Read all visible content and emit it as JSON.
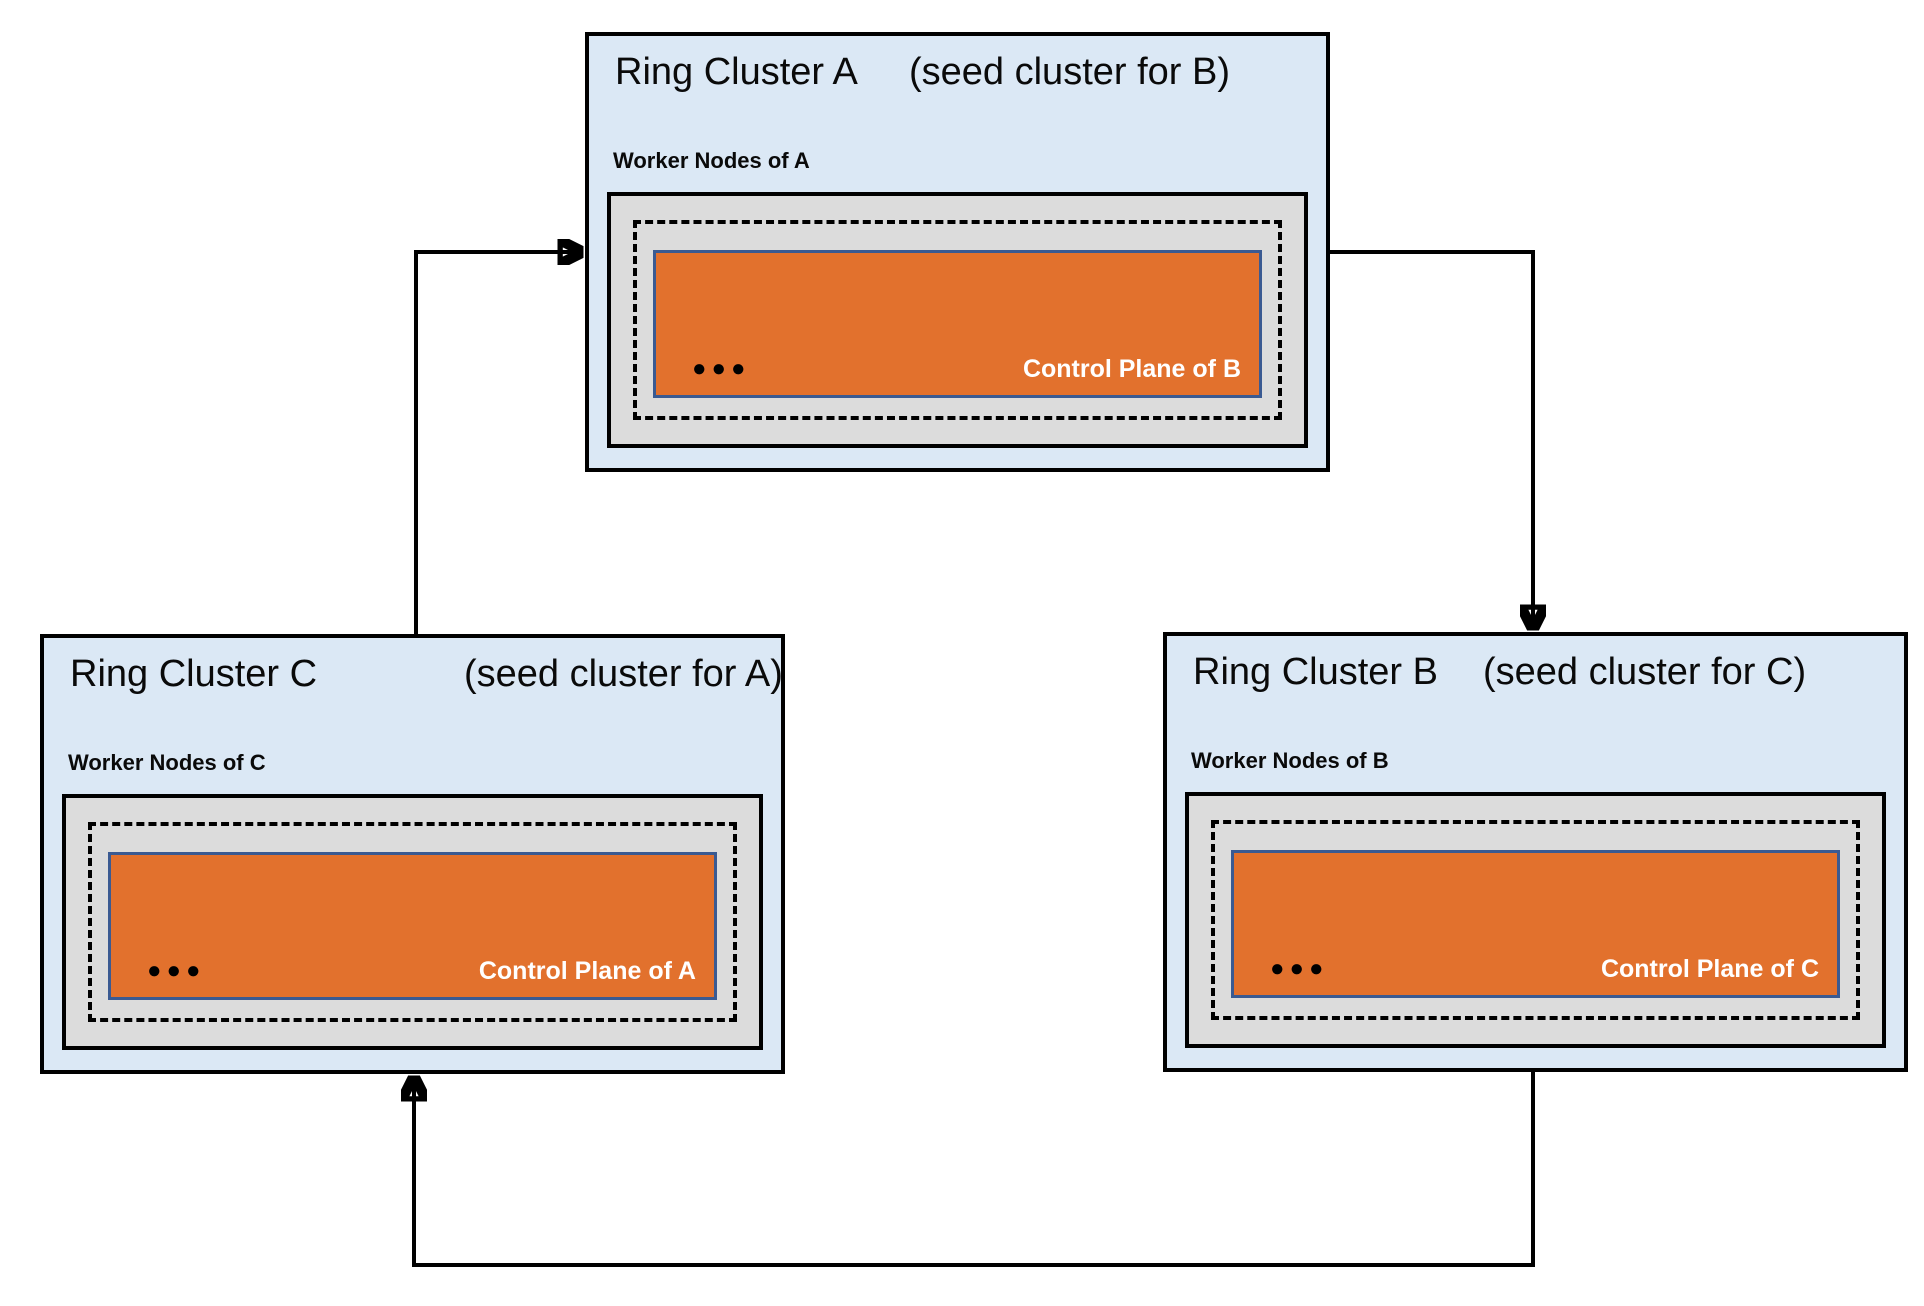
{
  "clusters": [
    {
      "id": "A",
      "title": "Ring Cluster A",
      "seed_note": "(seed cluster for B)",
      "worker_nodes_label": "Worker Nodes of A",
      "control_plane_label": "Control Plane of B",
      "ellipsis": "●●●"
    },
    {
      "id": "B",
      "title": "Ring Cluster B",
      "seed_note": "(seed cluster for C)",
      "worker_nodes_label": "Worker Nodes of B",
      "control_plane_label": "Control Plane of C",
      "ellipsis": "●●●"
    },
    {
      "id": "C",
      "title": "Ring Cluster C",
      "seed_note": "(seed cluster for A)",
      "worker_nodes_label": "Worker Nodes of C",
      "control_plane_label": "Control Plane of A",
      "ellipsis": "●●●"
    }
  ],
  "relationships": [
    {
      "from": "Ring Cluster A",
      "to": "Ring Cluster B",
      "meaning": "A is seed cluster for B"
    },
    {
      "from": "Ring Cluster B",
      "to": "Ring Cluster C",
      "meaning": "B is seed cluster for C"
    },
    {
      "from": "Ring Cluster C",
      "to": "Ring Cluster A",
      "meaning": "C is seed cluster for A"
    }
  ],
  "colors": {
    "cluster_fill": "#dbe8f5",
    "cluster_border": "#000000",
    "node_box_fill": "#dcdcdc",
    "control_plane_fill": "#e2712d",
    "control_plane_border": "#3a5a92",
    "control_plane_text": "#ffffff",
    "line_color": "#000000"
  }
}
